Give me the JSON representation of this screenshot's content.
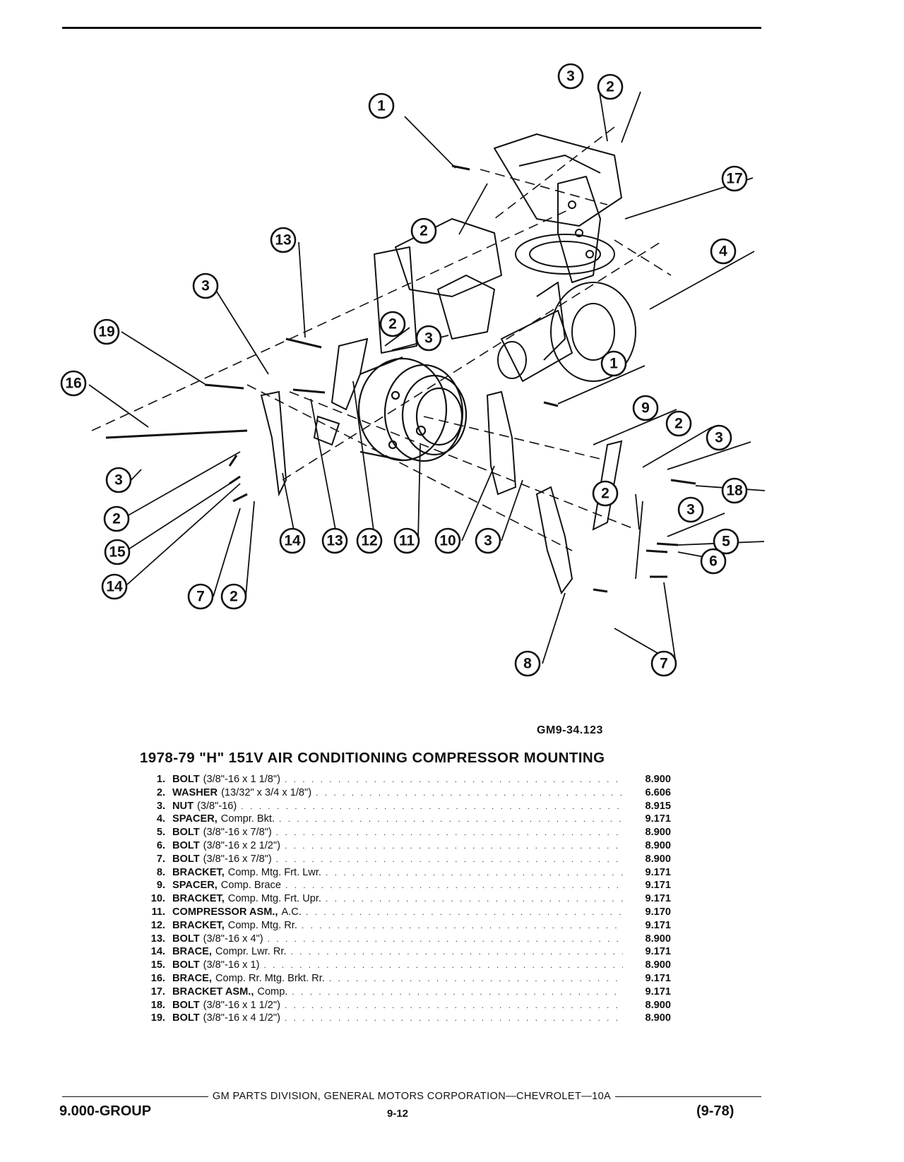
{
  "figure": {
    "id": "GM9-34.123",
    "callouts": [
      {
        "n": "1"
      },
      {
        "n": "3"
      },
      {
        "n": "2"
      },
      {
        "n": "17"
      },
      {
        "n": "2"
      },
      {
        "n": "13"
      },
      {
        "n": "4"
      },
      {
        "n": "3"
      },
      {
        "n": "2"
      },
      {
        "n": "3"
      },
      {
        "n": "19"
      },
      {
        "n": "1"
      },
      {
        "n": "16"
      },
      {
        "n": "9"
      },
      {
        "n": "2"
      },
      {
        "n": "3"
      },
      {
        "n": "18"
      },
      {
        "n": "3"
      },
      {
        "n": "2"
      },
      {
        "n": "2"
      },
      {
        "n": "3"
      },
      {
        "n": "5"
      },
      {
        "n": "15"
      },
      {
        "n": "14"
      },
      {
        "n": "13"
      },
      {
        "n": "12"
      },
      {
        "n": "11"
      },
      {
        "n": "10"
      },
      {
        "n": "3"
      },
      {
        "n": "6"
      },
      {
        "n": "14"
      },
      {
        "n": "7"
      },
      {
        "n": "2"
      },
      {
        "n": "8"
      },
      {
        "n": "7"
      }
    ]
  },
  "title": "1978-79 \"H\" 151V AIR CONDITIONING COMPRESSOR MOUNTING",
  "parts": [
    {
      "num": "1.",
      "name": "BOLT",
      "spec": "(3/8\"-16 x 1 1/8\")",
      "ref": "8.900"
    },
    {
      "num": "2.",
      "name": "WASHER",
      "spec": "(13/32\" x 3/4 x 1/8\")",
      "ref": "6.606"
    },
    {
      "num": "3.",
      "name": "NUT",
      "spec": "(3/8\"-16)",
      "ref": "8.915"
    },
    {
      "num": "4.",
      "name": "SPACER,",
      "spec": "Compr. Bkt.",
      "ref": "9.171"
    },
    {
      "num": "5.",
      "name": "BOLT",
      "spec": "(3/8\"-16 x 7/8\")",
      "ref": "8.900"
    },
    {
      "num": "6.",
      "name": "BOLT",
      "spec": "(3/8\"-16 x 2 1/2\")",
      "ref": "8.900"
    },
    {
      "num": "7.",
      "name": "BOLT",
      "spec": "(3/8\"-16 x 7/8\")",
      "ref": "8.900"
    },
    {
      "num": "8.",
      "name": "BRACKET,",
      "spec": "Comp. Mtg. Frt. Lwr.",
      "ref": "9.171"
    },
    {
      "num": "9.",
      "name": "SPACER,",
      "spec": "Comp. Brace",
      "ref": "9.171"
    },
    {
      "num": "10.",
      "name": "BRACKET,",
      "spec": "Comp. Mtg. Frt. Upr.",
      "ref": "9.171"
    },
    {
      "num": "11.",
      "name": "COMPRESSOR ASM.,",
      "spec": "A.C.",
      "ref": "9.170"
    },
    {
      "num": "12.",
      "name": "BRACKET,",
      "spec": "Comp. Mtg. Rr.",
      "ref": "9.171"
    },
    {
      "num": "13.",
      "name": "BOLT",
      "spec": "(3/8\"-16 x 4\")",
      "ref": "8.900"
    },
    {
      "num": "14.",
      "name": "BRACE,",
      "spec": "Compr. Lwr. Rr.",
      "ref": "9.171"
    },
    {
      "num": "15.",
      "name": "BOLT",
      "spec": "(3/8\"-16 x 1)",
      "ref": "8.900"
    },
    {
      "num": "16.",
      "name": "BRACE,",
      "spec": "Comp. Rr. Mtg. Brkt. Rr.",
      "ref": "9.171"
    },
    {
      "num": "17.",
      "name": "BRACKET ASM.,",
      "spec": "Comp.",
      "ref": "9.171"
    },
    {
      "num": "18.",
      "name": "BOLT",
      "spec": "(3/8\"-16 x 1 1/2\")",
      "ref": "8.900"
    },
    {
      "num": "19.",
      "name": "BOLT",
      "spec": "(3/8\"-16 x 4 1/2\")",
      "ref": "8.900"
    }
  ],
  "footer": {
    "line": "GM PARTS DIVISION, GENERAL MOTORS CORPORATION—CHEVROLET—10A",
    "group": "9.000-GROUP",
    "page": "9-12",
    "date": "(9-78)"
  }
}
